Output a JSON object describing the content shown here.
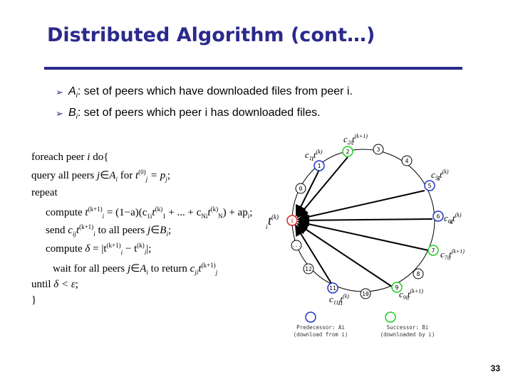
{
  "slide": {
    "title": "Distributed Algorithm (cont…)",
    "page_number": "33"
  },
  "bullets": [
    {
      "var": "A",
      "sub": "i",
      "text": ": set of peers which have downloaded files from peer i."
    },
    {
      "var": "B",
      "sub": "i",
      "text": ": set of peers which peer i has downloaded files."
    }
  ],
  "algorithm": {
    "l1_a": "foreach",
    "l1_b": "peer",
    "l1_c": "i",
    "l1_d": "do{",
    "l2_a": "query",
    "l2_b": "all peers",
    "l2_c": "j",
    "l2_d": "∈",
    "l2_e": "A",
    "l2_f": "i",
    "l2_g": "for",
    "l2_h": "t",
    "l2_i": "(0)",
    "l2_j": "j",
    "l2_k": "= p",
    "l2_l": "j",
    "l2_m": ";",
    "l3": "repeat",
    "l4_a": "compute",
    "l4_b": "t",
    "l4_c": "(k+1)",
    "l4_d": "i",
    "l4_e": "= (1−a)(c",
    "l4_f": "1i",
    "l4_g": "t",
    "l4_h": "(k)",
    "l4_i": "1",
    "l4_j": " + ... + c",
    "l4_k": "Ni",
    "l4_l": "t",
    "l4_m": "(k)",
    "l4_n": "N",
    "l4_o": ") + ap",
    "l4_p": "i",
    "l4_q": ";",
    "l5_a": "send",
    "l5_b": "c",
    "l5_c": "ij",
    "l5_d": "t",
    "l5_e": "(k+1)",
    "l5_f": "i",
    "l5_g": "to",
    "l5_h": "all peers",
    "l5_i": "j",
    "l5_j": "∈",
    "l5_k": "B",
    "l5_l": "i",
    "l5_m": ";",
    "l6_a": "compute",
    "l6_b": "δ",
    "l6_c": "= |t",
    "l6_d": "(k+1)",
    "l6_e": "i",
    "l6_f": " − t",
    "l6_g": "(k)",
    "l6_h": "i",
    "l6_i": "|;",
    "l7_a": "wait",
    "l7_b": "for",
    "l7_c": "all peers",
    "l7_d": "j",
    "l7_e": "∈",
    "l7_f": "A",
    "l7_g": "i",
    "l7_h": "to",
    "l7_i": "return",
    "l7_j": "c",
    "l7_k": "ji",
    "l7_l": "t",
    "l7_m": "(k+1)",
    "l7_n": "j",
    "l8_a": "until",
    "l8_b": "δ < ε",
    "l8_c": ";",
    "l9": "}"
  },
  "diagram": {
    "nodes": {
      "n1": "1",
      "n2": "2",
      "n3": "3",
      "n4": "4",
      "n5": "5",
      "n6": "6",
      "n7": "7",
      "n8": "8",
      "n9": "9",
      "n10": "10",
      "n11": "11",
      "n12": "12",
      "n0": "0",
      "ni": "i",
      "ndots": "..."
    },
    "labels": {
      "c1": "c",
      "c1s": "1i",
      "t1": "t",
      "t1p": "(k)",
      "t1s": "1",
      "c2": "c",
      "c2s": "2i",
      "t2": "t",
      "t2p": "(k+1)",
      "t2s": "i",
      "c5": "c",
      "c5s": "5i",
      "t5": "t",
      "t5p": "(k)",
      "t5s": "5",
      "c6": "c",
      "c6s": "6i",
      "t6": "t",
      "t6p": "(k)",
      "t6s": "6",
      "c7": "c",
      "c7s": "7i",
      "t7": "t",
      "t7p": "(k+1)",
      "t7s": "i",
      "c9": "c",
      "c9s": "9i",
      "t9": "t",
      "t9p": "(k+1)",
      "t9s": "i",
      "c11": "c",
      "c11s": "11i",
      "t11": "t",
      "t11p": "(k)",
      "t11s": "11",
      "ti": "t",
      "tip": "(k)",
      "tis": "i"
    },
    "legend": {
      "pred_line1": "Predecessor: Ai",
      "pred_line2": "(download from i)",
      "succ_line1": "Successor: Bi",
      "succ_line2": "(downloaded by i)"
    },
    "colors": {
      "blue": "#2233cc",
      "green": "#22cc22",
      "red": "#dd2222",
      "ring": "#000000"
    }
  }
}
